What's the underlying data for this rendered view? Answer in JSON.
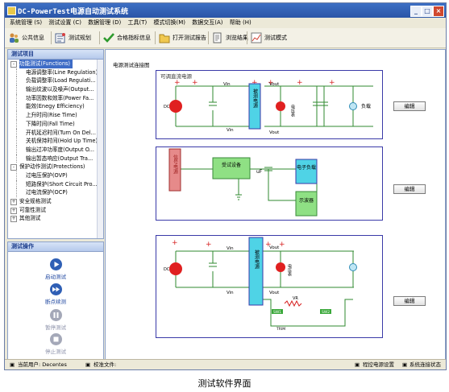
{
  "window": {
    "title": "DC-PowerTest电源自动测试系统",
    "min": "_",
    "max": "□",
    "close": "×"
  },
  "menu": [
    "系统管理 (S)",
    "测试设置 (C)",
    "数据管理 (D)",
    "工具(T)",
    "模式切换(M)",
    "数据交互(A)",
    "帮助 (H)"
  ],
  "toolbar": [
    "公共信息",
    "测试规划",
    "合格指标信息",
    "打开测试报告",
    "浏览结果",
    "测试模式"
  ],
  "test_items": {
    "header": "测试项目",
    "groups": [
      {
        "label": "功能测试(Functions)",
        "expanded": true,
        "selected": true,
        "children": [
          "电源调整率(Line Regulation)",
          "负载调整率(Load Regulati...",
          "输出纹波以及噪声(Output...",
          "功率因数和效率(Power Fa...",
          "能效(Enegy Efficiency)",
          "上升时间(Rise Time)",
          "下降时间(Fall Time)",
          "开机延迟时间(Turn On Del...",
          "关机保持时间(Hold Up Time)",
          "输出过冲功率度(Output O...",
          "输出暂态响应(Output Tra..."
        ]
      },
      {
        "label": "保护动作测试(Protections)",
        "expanded": true,
        "selected": false,
        "children": [
          "过电压保护(OVP)",
          "短路保护(Short Circuit Pro...",
          "过电流保护(OCP)"
        ]
      },
      {
        "label": "安全规格测试",
        "expanded": false,
        "selected": false,
        "children": []
      },
      {
        "label": "可靠性测试",
        "expanded": false,
        "selected": false,
        "children": []
      },
      {
        "label": "其他测试",
        "expanded": false,
        "selected": false,
        "children": []
      }
    ],
    "expanded_mark": "-",
    "collapsed_mark": "+"
  },
  "operations": {
    "header": "测试操作",
    "items": [
      {
        "label": "启动测试",
        "icon": "play-icon",
        "enabled": true
      },
      {
        "label": "断点续测",
        "icon": "fast-forward-icon",
        "enabled": true
      },
      {
        "label": "暂停测试",
        "icon": "pause-icon",
        "enabled": false
      },
      {
        "label": "停止测试",
        "icon": "stop-icon",
        "enabled": false
      }
    ]
  },
  "content": {
    "title": "电源测试连接图",
    "edit_label": "编辑",
    "diagram1": {
      "source_title": "可调直流电源",
      "vin_top": "Vin",
      "vin_bottom": "Vin",
      "vout_top": "Vout",
      "vout_bottom": "Vout",
      "dut": "被测电源",
      "meter": "电压表",
      "load": "负载",
      "dc": "DC"
    },
    "diagram2": {
      "source": "信号电源",
      "device": "受试设备",
      "uf": "uF",
      "eload": "电子负载",
      "scope": "示波器"
    },
    "diagram3": {
      "vin_top": "Vin",
      "vin_bottom": "Vin",
      "vout_top": "Vout",
      "vout_bottom": "Vout",
      "dut": "被测电源",
      "meter": "电压表",
      "dc": "DC",
      "vr": "VR",
      "sw1": "SW1",
      "sw2": "SW2",
      "trim": "TRIM"
    }
  },
  "status": {
    "user_label": "当前用户: Decentes",
    "verify_label": "校准文件:",
    "power_setting": "程控电源设置",
    "connection_status": "系统连接状态"
  },
  "caption": "测试软件界面",
  "colors": {
    "accent": "#3e6cc6",
    "dut_fill": "#4fd3e6",
    "source_fill": "#e68a8a",
    "device_fill": "#8fe084",
    "wire": "#2f8a2f",
    "border": "#3a3aa8"
  }
}
